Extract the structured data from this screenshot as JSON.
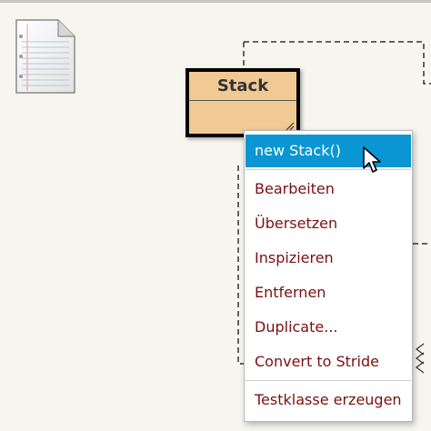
{
  "diagram": {
    "class_name": "Stack"
  },
  "context_menu": {
    "items": [
      {
        "label": "new Stack()"
      },
      {
        "label": "Bearbeiten"
      },
      {
        "label": "Übersetzen"
      },
      {
        "label": "Inspizieren"
      },
      {
        "label": "Entfernen"
      },
      {
        "label": "Duplicate..."
      },
      {
        "label": "Convert to Stride"
      },
      {
        "label": "Testklasse erzeugen"
      }
    ]
  },
  "colors": {
    "canvas_bg": "#f6f5f0",
    "class_fill": "#f0c993",
    "menu_highlight": "#0a96d2",
    "menu_text": "#7a1010"
  },
  "icons": {
    "note": "note-page-icon",
    "cursor": "mouse-pointer-icon",
    "grip": "resize-grip-icon"
  }
}
